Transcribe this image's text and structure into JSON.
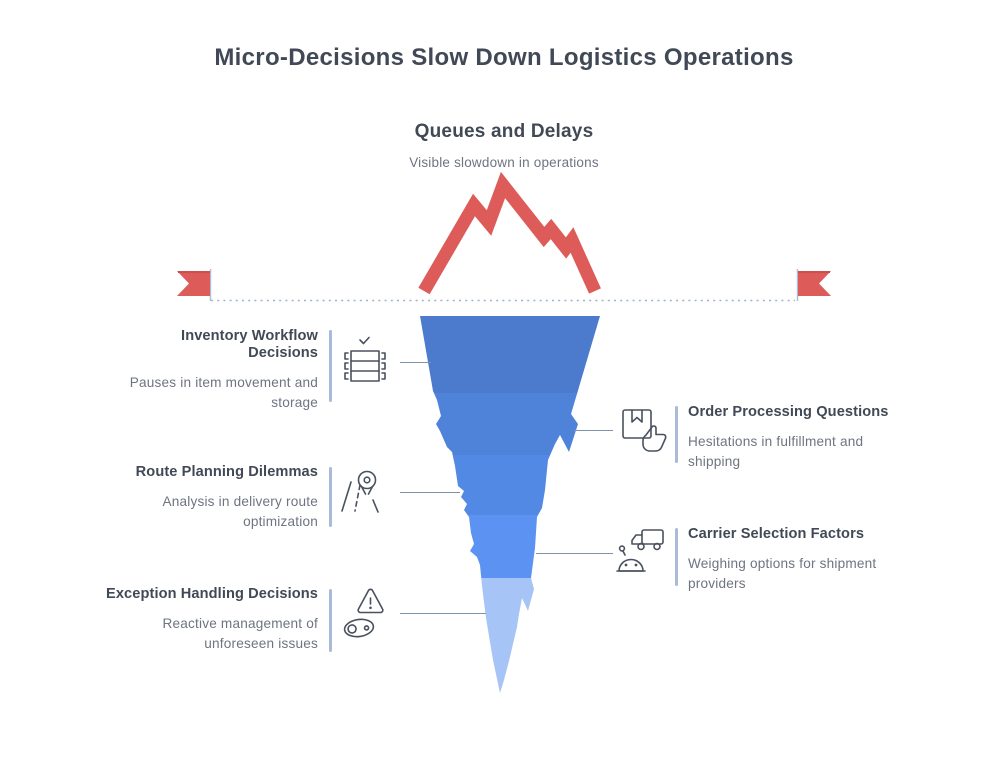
{
  "page": {
    "title": "Micro-Decisions Slow Down Logistics Operations",
    "background_color": "#ffffff",
    "title_color": "#414956"
  },
  "surface_section": {
    "heading": "Queues and Delays",
    "subheading": "Visible slowdown in operations",
    "icon": "mountain-icon",
    "accent_color": "#DD5B58"
  },
  "waterline": {
    "dotted_line_color": "#9FB3C8",
    "flag_color": "#DD5B58",
    "pole_color": "#AEBFDD"
  },
  "funnel": {
    "shape": "inverted-jagged-iceberg",
    "segment_colors": [
      "#4C7BCE",
      "#4F83DA",
      "#5289E4",
      "#5C93F2",
      "#A6C4F6"
    ]
  },
  "stages": [
    {
      "title": "Inventory Workflow Decisions",
      "description": "Pauses in item movement and storage",
      "side": "left",
      "icon": "inventory-shelf-icon"
    },
    {
      "title": "Order Processing Questions",
      "description": "Hesitations in fulfillment and shipping",
      "side": "right",
      "icon": "package-hand-icon"
    },
    {
      "title": "Route Planning Dilemmas",
      "description": "Analysis in delivery route optimization",
      "side": "left",
      "icon": "route-location-pin-icon"
    },
    {
      "title": "Carrier Selection Factors",
      "description": "Weighing options for shipment providers",
      "side": "right",
      "icon": "carrier-truck-icon"
    },
    {
      "title": "Exception Handling Decisions",
      "description": "Reactive management of unforeseen issues",
      "side": "left",
      "icon": "warning-triangle-icon"
    }
  ],
  "styles": {
    "label_color": "#414956",
    "description_color": "#6E7480",
    "divider_color": "#A9BBD9",
    "connector_color": "#7D93AD",
    "icon_stroke_color": "#4A515E"
  }
}
